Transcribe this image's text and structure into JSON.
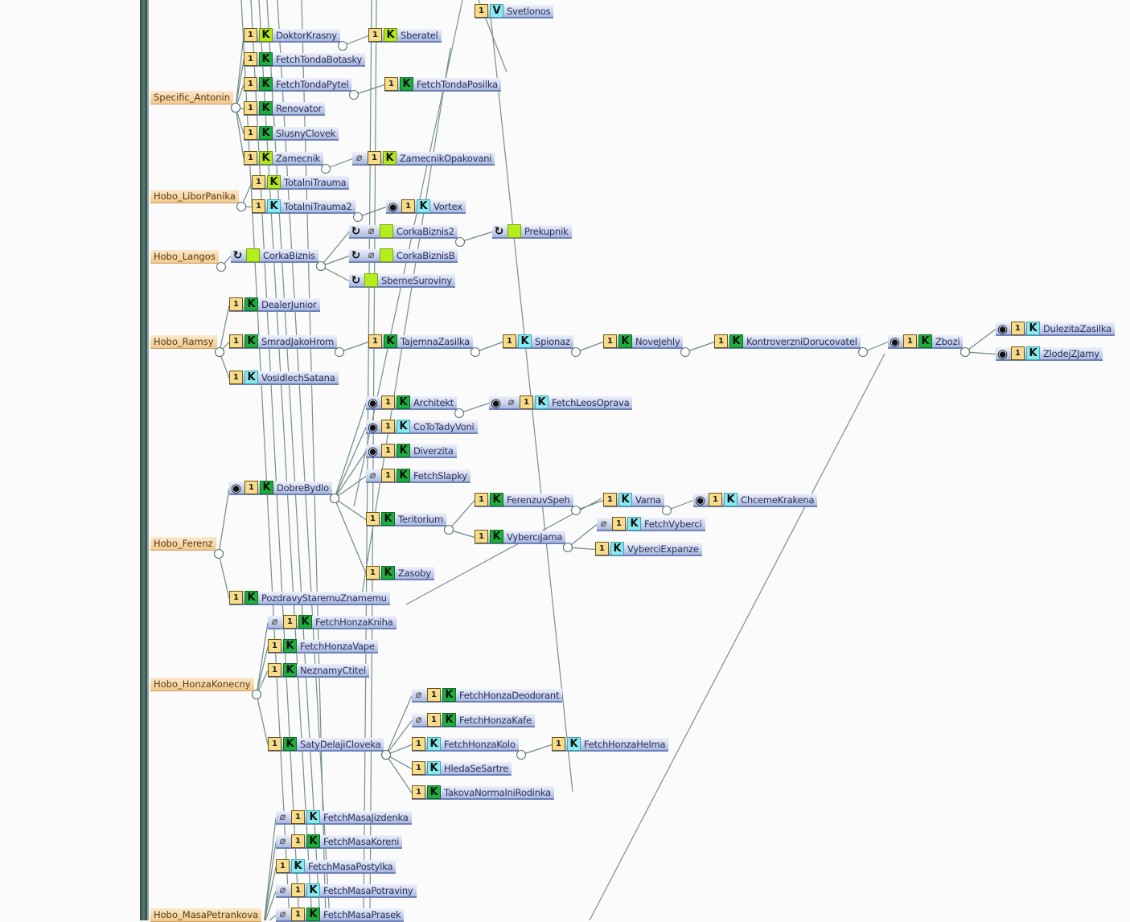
{
  "roots": [
    {
      "label": "Specific_Antonin"
    },
    {
      "label": "Hobo_LiborPanika"
    },
    {
      "label": "Hobo_Langos"
    },
    {
      "label": "Hobo_Ramsy"
    },
    {
      "label": "Hobo_Ferenz"
    },
    {
      "label": "Hobo_HonzaKonecny"
    },
    {
      "label": "Hobo_MasaPetrankova"
    }
  ],
  "nodes": [
    {
      "label": "Svetlonos",
      "icons": [
        "dialog",
        "V"
      ]
    },
    {
      "label": "DoktorKrasny",
      "icons": [
        "dialog",
        "F"
      ]
    },
    {
      "label": "Sberatel",
      "icons": [
        "dialog",
        "F"
      ]
    },
    {
      "label": "FetchTondaBotasky",
      "icons": [
        "dialog",
        "K"
      ]
    },
    {
      "label": "FetchTondaPytel",
      "icons": [
        "dialog",
        "K"
      ]
    },
    {
      "label": "FetchTondaPosilka",
      "icons": [
        "dialog",
        "K"
      ]
    },
    {
      "label": "Renovator",
      "icons": [
        "dialog",
        "K"
      ]
    },
    {
      "label": "SlusnyClovek",
      "icons": [
        "dialog",
        "K"
      ]
    },
    {
      "label": "Zamecnik",
      "icons": [
        "dialog",
        "F"
      ]
    },
    {
      "label": "ZamecnikOpakovani",
      "icons": [
        "clip",
        "dialog",
        "F"
      ]
    },
    {
      "label": "TotalniTrauma",
      "icons": [
        "dialog",
        "F"
      ]
    },
    {
      "label": "TotalniTrauma2",
      "icons": [
        "dialog",
        "Kc"
      ]
    },
    {
      "label": "Vortex",
      "icons": [
        "eye",
        "dialog",
        "Kc"
      ]
    },
    {
      "label": "CorkaBiznis",
      "icons": [
        "spin",
        "lime"
      ]
    },
    {
      "label": "CorkaBiznis2",
      "icons": [
        "spin",
        "clip",
        "lime"
      ]
    },
    {
      "label": "Prekupnik",
      "icons": [
        "spin",
        "lime"
      ]
    },
    {
      "label": "CorkaBiznisB",
      "icons": [
        "spin",
        "clip",
        "lime"
      ]
    },
    {
      "label": "SberneSuroviny",
      "icons": [
        "spin",
        "lime"
      ]
    },
    {
      "label": "DealerJunior",
      "icons": [
        "dialog",
        "K"
      ]
    },
    {
      "label": "SmradJakoHrom",
      "icons": [
        "dialog",
        "K"
      ]
    },
    {
      "label": "TajemnaZasilka",
      "icons": [
        "dialog",
        "K"
      ]
    },
    {
      "label": "Spionaz",
      "icons": [
        "dialog",
        "Kc"
      ]
    },
    {
      "label": "NoveJehly",
      "icons": [
        "dialog",
        "K"
      ]
    },
    {
      "label": "KontroverzniDorucovatel",
      "icons": [
        "dialog",
        "K"
      ]
    },
    {
      "label": "Zbozi",
      "icons": [
        "eye",
        "dialog",
        "K"
      ]
    },
    {
      "label": "DulezitaZasilka",
      "icons": [
        "eye",
        "dialog",
        "Kc"
      ]
    },
    {
      "label": "ZlodejZJamy",
      "icons": [
        "eye",
        "dialog",
        "Kc"
      ]
    },
    {
      "label": "VosidlechSatana",
      "icons": [
        "dialog",
        "Kc"
      ]
    },
    {
      "label": "Architekt",
      "icons": [
        "eye",
        "dialog",
        "K"
      ]
    },
    {
      "label": "FetchLeosOprava",
      "icons": [
        "eye",
        "clip",
        "dialog",
        "Kc"
      ]
    },
    {
      "label": "CoToTadyVoni",
      "icons": [
        "eye",
        "dialog",
        "Kc"
      ]
    },
    {
      "label": "Diverzita",
      "icons": [
        "eye",
        "dialog",
        "K"
      ]
    },
    {
      "label": "FetchSlapky",
      "icons": [
        "clip",
        "dialog",
        "K"
      ]
    },
    {
      "label": "DobreBydlo",
      "icons": [
        "eye",
        "dialog",
        "K"
      ]
    },
    {
      "label": "Teritorium",
      "icons": [
        "dialog",
        "K"
      ]
    },
    {
      "label": "FerenzuvSpeh",
      "icons": [
        "dialog",
        "K"
      ]
    },
    {
      "label": "Varna",
      "icons": [
        "dialog",
        "Kc"
      ]
    },
    {
      "label": "ChcemeKrakena",
      "icons": [
        "eye",
        "dialog",
        "Kc"
      ]
    },
    {
      "label": "FetchVyberci",
      "icons": [
        "clip",
        "dialog",
        "Kc"
      ]
    },
    {
      "label": "VybercıJama",
      "icons": [
        "dialog",
        "K"
      ]
    },
    {
      "label": "VyberciExpanze",
      "icons": [
        "dialog",
        "Kc"
      ]
    },
    {
      "label": "Zasoby",
      "icons": [
        "dialog",
        "K"
      ]
    },
    {
      "label": "PozdravyStaremuZnamemu",
      "icons": [
        "dialog",
        "K"
      ]
    },
    {
      "label": "FetchHonzaKniha",
      "icons": [
        "clip",
        "dialog",
        "K"
      ]
    },
    {
      "label": "FetchHonzaVape",
      "icons": [
        "dialog",
        "K"
      ]
    },
    {
      "label": "NeznamyCtitel",
      "icons": [
        "dialog",
        "K"
      ]
    },
    {
      "label": "FetchHonzaDeodorant",
      "icons": [
        "clip",
        "dialog",
        "K"
      ]
    },
    {
      "label": "FetchHonzaKafe",
      "icons": [
        "clip",
        "dialog",
        "K"
      ]
    },
    {
      "label": "SatyDelajiCloveka",
      "icons": [
        "dialog",
        "K"
      ]
    },
    {
      "label": "FetchHonzaKolo",
      "icons": [
        "dialog",
        "Kc"
      ]
    },
    {
      "label": "FetchHonzaHelma",
      "icons": [
        "dialog",
        "Kc"
      ]
    },
    {
      "label": "HledaSeSartre",
      "icons": [
        "dialog",
        "Kc"
      ]
    },
    {
      "label": "TakovaNormalniRodinka",
      "icons": [
        "dialog",
        "K"
      ]
    },
    {
      "label": "FetchMasaJizdenka",
      "icons": [
        "clip",
        "dialog",
        "Kc"
      ]
    },
    {
      "label": "FetchMasaKoreni",
      "icons": [
        "clip",
        "dialog",
        "K"
      ]
    },
    {
      "label": "FetchMasaPostylka",
      "icons": [
        "dialog",
        "Kc"
      ]
    },
    {
      "label": "FetchMasaPotraviny",
      "icons": [
        "clip",
        "dialog",
        "Kc"
      ]
    },
    {
      "label": "FetchMasaPrasek",
      "icons": [
        "clip",
        "dialog",
        "K"
      ]
    }
  ],
  "icon_glyphs": {
    "dialog": "1",
    "K": "K",
    "Kc": "K",
    "V": "V",
    "F": "K",
    "lime": "",
    "eye": "◉",
    "spin": "↻",
    "clip": "⌀"
  },
  "colors": {
    "root_fill": "#f3c98a",
    "node_fill": "#c9d3ee",
    "K_green": "#1fae3e",
    "K_cyan": "#8be8ee",
    "F_lime": "#b4e81c",
    "edge": "#6f8a87"
  }
}
